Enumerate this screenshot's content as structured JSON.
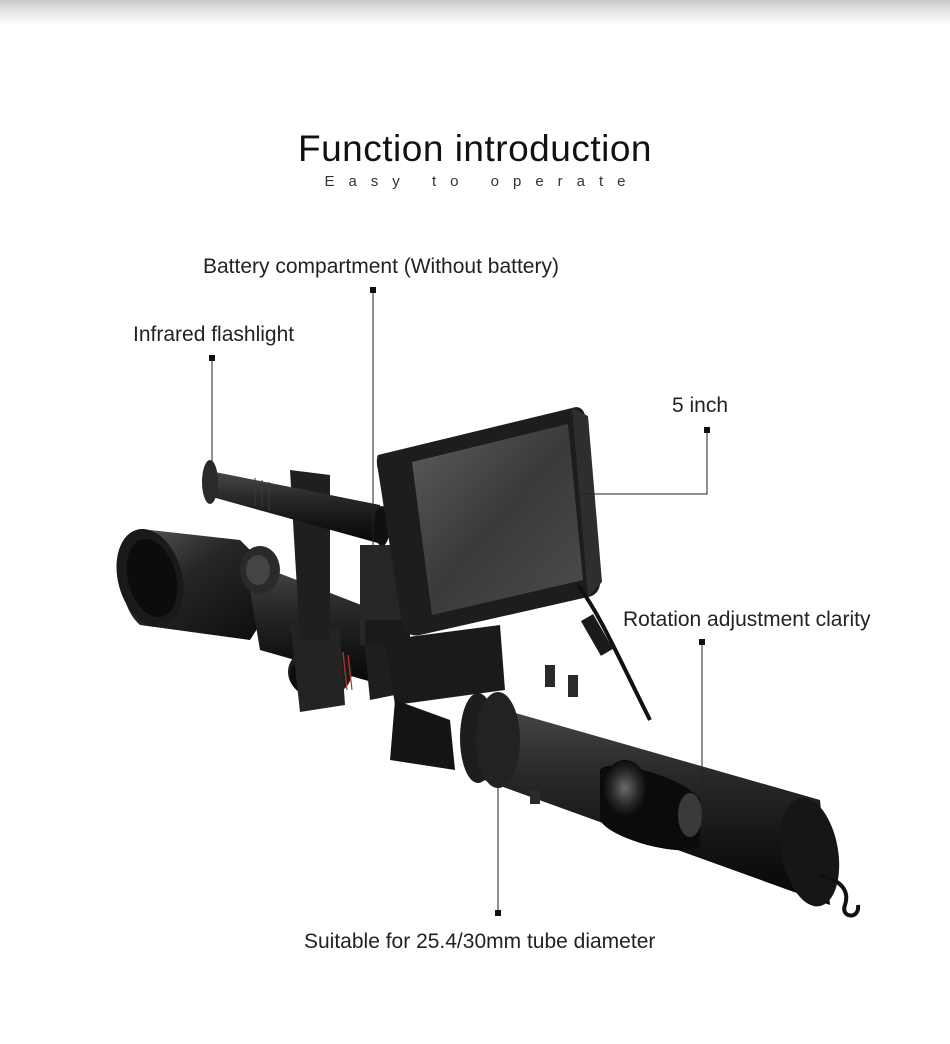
{
  "heading": {
    "title": "Function  introduction",
    "subtitle": "Easy to operate"
  },
  "callouts": {
    "battery": "Battery compartment (Without battery)",
    "flashlight": "Infrared flashlight",
    "screen": "5 inch",
    "rotation": "Rotation adjustment clarity",
    "tube": "Suitable for 25.4/30mm tube diameter"
  }
}
